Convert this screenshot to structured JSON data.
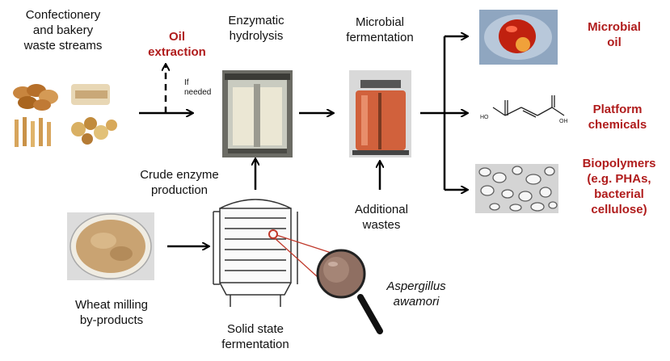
{
  "colors": {
    "accent_red": "#b01c1c",
    "arrow": "#000000",
    "connector": "#c0392b"
  },
  "labels": {
    "waste_streams": "Confectionery\nand bakery\nwaste streams",
    "oil_extraction": "Oil\nextraction",
    "if_needed": "If\nneeded",
    "enzymatic_hydrolysis": "Enzymatic\nhydrolysis",
    "microbial_fermentation": "Microbial\nfermentation",
    "crude_enzyme": "Crude enzyme\nproduction",
    "additional_wastes": "Additional\nwastes",
    "wheat_milling": "Wheat milling\nby-products",
    "solid_state": "Solid state\nfermentation",
    "aspergillus": "Aspergillus\nawamori"
  },
  "outputs": {
    "microbial_oil": "Microbial\noil",
    "platform_chemicals": "Platform\nchemicals",
    "biopolymers": "Biopolymers\n(e.g. PHAs,\nbacterial\ncellulose)"
  },
  "chemistry": {
    "ho_label": "HO",
    "oh_label": "OH"
  },
  "icons": [
    "bakery-products-photo",
    "hydrolysis-reactor-photo",
    "fermenter-photo",
    "oil-droplet-photo",
    "fumaric-acid-structure",
    "biopolymer-micrograph",
    "wheat-bran-dish-photo",
    "solid-state-bioreactor-drawing",
    "magnifying-glass-icon"
  ]
}
